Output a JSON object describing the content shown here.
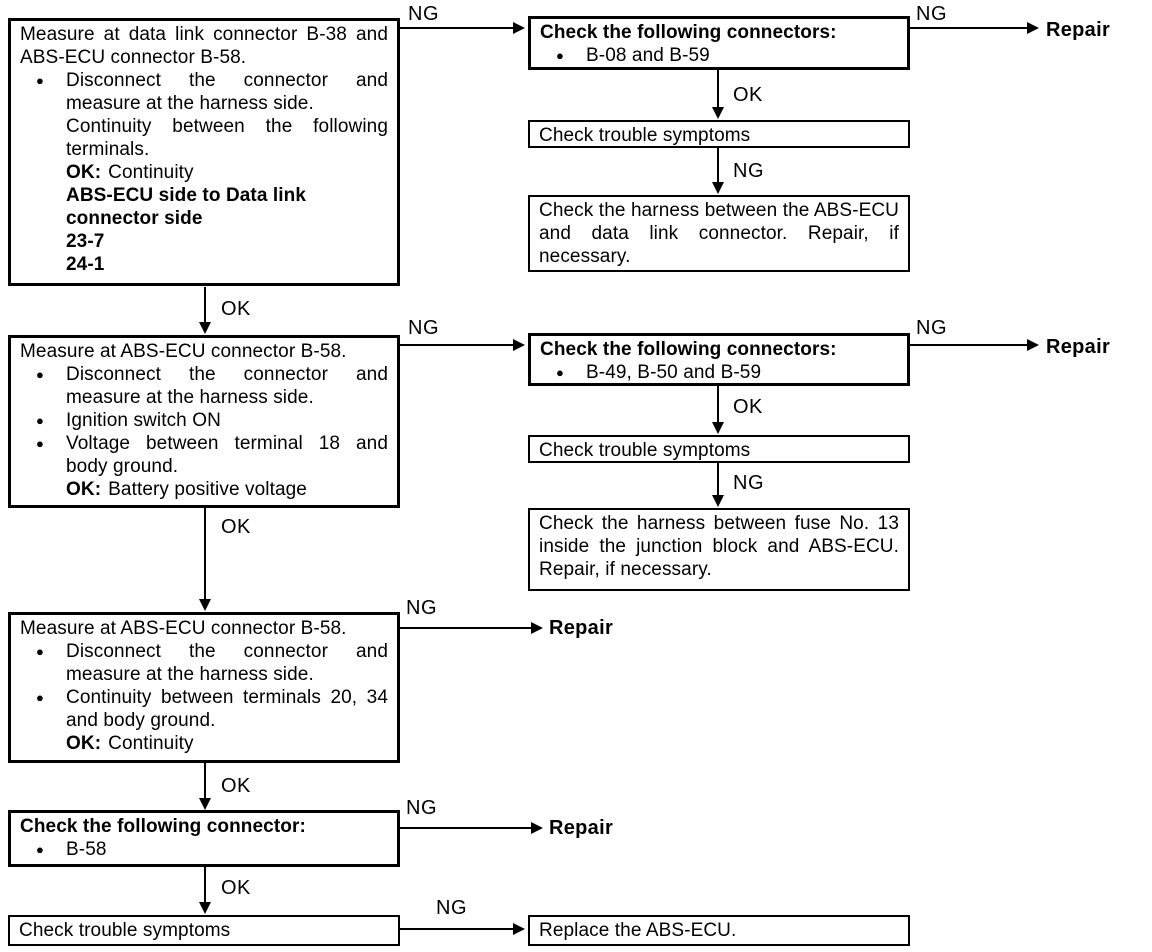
{
  "labels": {
    "ng": "NG",
    "ok": "OK",
    "repair": "Repair"
  },
  "glyphs": {
    "bullet": "●"
  },
  "boxes": {
    "l1": {
      "intro": "Measure at data link connector B-38 and ABS-ECU connector B-58.",
      "bullet1": "Disconnect the connector and measure at the harness side.",
      "line1": "Continuity between the following terminals.",
      "ok_label": "OK:",
      "ok_value": "Continuity",
      "spec_line1": "ABS-ECU side to Data link",
      "spec_line2": "connector side",
      "terminal1": "23-7",
      "terminal2": "24-1"
    },
    "r1": {
      "title": "Check the following connectors:",
      "item": "B-08 and B-59"
    },
    "r2": {
      "text": "Check trouble symptoms"
    },
    "r3": {
      "text": "Check the harness between the ABS-ECU and data link connector. Repair, if necessary."
    },
    "l2": {
      "intro": "Measure at ABS-ECU connector B-58.",
      "bullet1": "Disconnect the connector and measure at the harness side.",
      "bullet2": "Ignition switch ON",
      "bullet3": "Voltage between terminal 18 and body ground.",
      "ok_label": "OK:",
      "ok_value": "Battery positive voltage"
    },
    "r4": {
      "title": "Check the following connectors:",
      "item": "B-49, B-50 and B-59"
    },
    "r5": {
      "text": "Check trouble symptoms"
    },
    "r6": {
      "text": "Check the harness between fuse No. 13 inside the junction block and ABS-ECU. Repair, if necessary."
    },
    "l3": {
      "intro": "Measure at ABS-ECU connector B-58.",
      "bullet1": "Disconnect the connector and measure at the harness side.",
      "bullet2": "Continuity between terminals 20, 34 and body ground.",
      "ok_label": "OK:",
      "ok_value": "Continuity"
    },
    "l4": {
      "title": "Check the following connector:",
      "item": "B-58"
    },
    "l5": {
      "text": "Check trouble symptoms"
    },
    "r7": {
      "text": "Replace the ABS-ECU."
    }
  }
}
